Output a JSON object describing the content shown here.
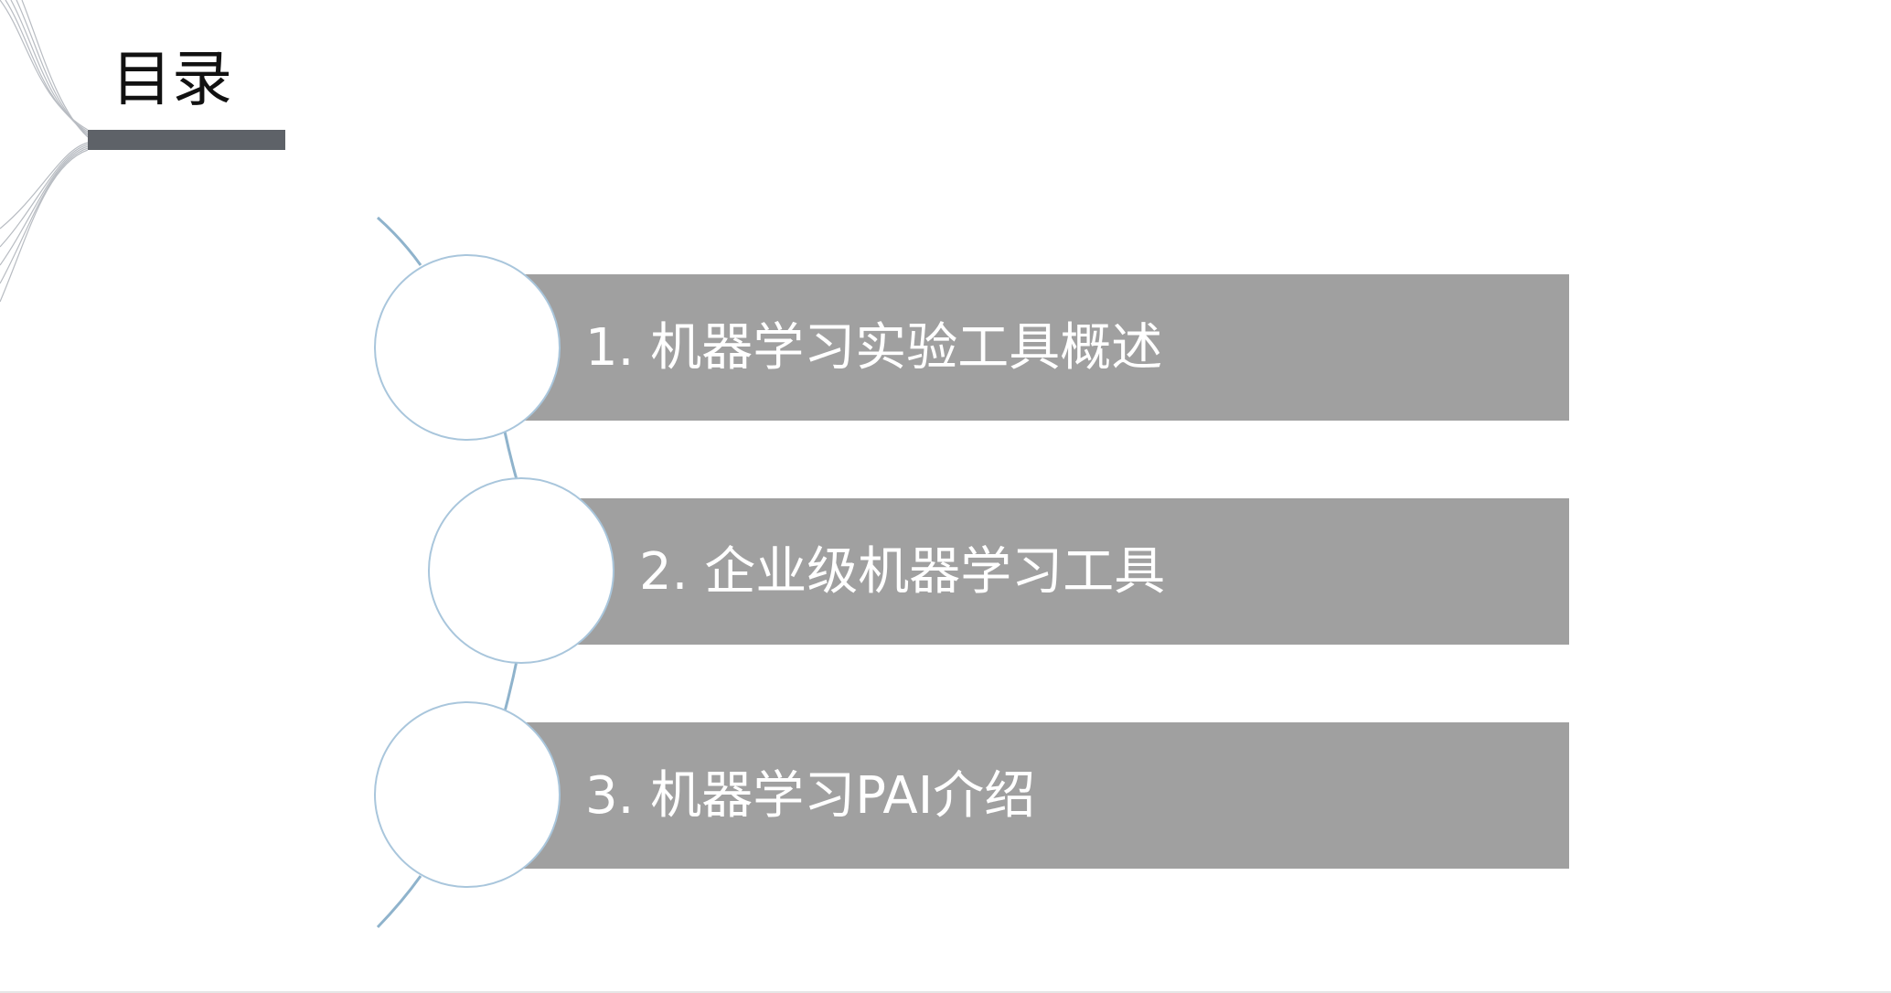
{
  "slide": {
    "title": "目录",
    "items": [
      {
        "label": "1. 机器学习实验工具概述"
      },
      {
        "label": "2. 企业级机器学习工具"
      },
      {
        "label": "3. 机器学习PAI介绍"
      }
    ]
  },
  "colors": {
    "band": "#a0a0a0",
    "title_bar": "#5e6268",
    "circle_border": "#a9c6dc",
    "connector": "#8fb3cc",
    "band_text": "#ffffff",
    "title_text": "#111111"
  }
}
